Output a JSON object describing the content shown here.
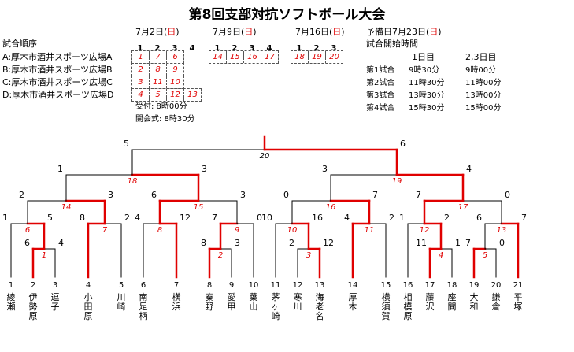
{
  "title": "第8回支部対抗ソフトボール大会",
  "days": [
    {
      "date_prefix": "7月2日(",
      "weekday": "日",
      "date_suffix": ")",
      "cols": [
        "1",
        "2",
        "3",
        "4"
      ]
    },
    {
      "date_prefix": "7月9日(",
      "weekday": "日",
      "date_suffix": ")",
      "cols": [
        "1",
        "2",
        "3",
        "4"
      ]
    },
    {
      "date_prefix": "7月16日(",
      "weekday": "日",
      "date_suffix": ")",
      "cols": [
        "1",
        "2",
        "3"
      ]
    }
  ],
  "reserve_day": {
    "prefix": "予備日7月23日(",
    "weekday": "日",
    "suffix": ")"
  },
  "venue_order_label": "試合順序",
  "venues": [
    "A:厚木市酒井スポーツ広場A",
    "B:厚木市酒井スポーツ広場B",
    "C:厚木市酒井スポーツ広場C",
    "D:厚木市酒井スポーツ広場D"
  ],
  "schedule_day1": [
    [
      "1",
      "7",
      "6"
    ],
    [
      "2",
      "8",
      "9"
    ],
    [
      "3",
      "11",
      "10"
    ],
    [
      "4",
      "5",
      "12",
      "13"
    ]
  ],
  "schedule_day2": [
    "14",
    "15",
    "16",
    "17"
  ],
  "schedule_day3": [
    "18",
    "19",
    "20"
  ],
  "reception": "受付: 8時00分",
  "opening": "開会式: 8時30分",
  "start_times": {
    "title": "試合開始時間",
    "col1": "1日目",
    "col2": "2,3日目",
    "rows": [
      {
        "label": "第1試合",
        "d1": "9時30分",
        "d23": "9時00分"
      },
      {
        "label": "第2試合",
        "d1": "11時30分",
        "d23": "11時00分"
      },
      {
        "label": "第3試合",
        "d1": "13時30分",
        "d23": "13時00分"
      },
      {
        "label": "第4試合",
        "d1": "15時30分",
        "d23": "15時00分"
      }
    ]
  },
  "teams": [
    {
      "no": "1",
      "name": "綾瀬"
    },
    {
      "no": "2",
      "name": "伊勢原"
    },
    {
      "no": "3",
      "name": "逗子"
    },
    {
      "no": "4",
      "name": "小田原"
    },
    {
      "no": "5",
      "name": "川崎"
    },
    {
      "no": "6",
      "name": "南足柄"
    },
    {
      "no": "7",
      "name": "横浜"
    },
    {
      "no": "8",
      "name": "秦野"
    },
    {
      "no": "9",
      "name": "愛甲"
    },
    {
      "no": "10",
      "name": "葉山"
    },
    {
      "no": "11",
      "name": "茅ヶ崎"
    },
    {
      "no": "12",
      "name": "寒川"
    },
    {
      "no": "13",
      "name": "海老名"
    },
    {
      "no": "14",
      "name": "厚木"
    },
    {
      "no": "15",
      "name": "横須賀"
    },
    {
      "no": "16",
      "name": "相模原"
    },
    {
      "no": "17",
      "name": "藤沢"
    },
    {
      "no": "18",
      "name": "座間"
    },
    {
      "no": "19",
      "name": "大和"
    },
    {
      "no": "20",
      "name": "鎌倉"
    },
    {
      "no": "21",
      "name": "平塚"
    }
  ],
  "matches": [
    {
      "id": "m1",
      "game": "1",
      "left_score": "6",
      "right_score": "4",
      "winner": "left"
    },
    {
      "id": "m2",
      "game": "2",
      "left_score": "8",
      "right_score": "3",
      "winner": "left"
    },
    {
      "id": "m3",
      "game": "3",
      "left_score": "2",
      "right_score": "12",
      "winner": "right"
    },
    {
      "id": "m4",
      "game": "4",
      "left_score": "11",
      "right_score": "1",
      "winner": "left"
    },
    {
      "id": "m5",
      "game": "5",
      "left_score": "7",
      "right_score": "0",
      "winner": "left"
    },
    {
      "id": "m6",
      "game": "6",
      "left_score": "1",
      "right_score": "5",
      "winner": "right"
    },
    {
      "id": "m7",
      "game": "7",
      "left_score": "8",
      "right_score": "2",
      "winner": "left"
    },
    {
      "id": "m8",
      "game": "8",
      "left_score": "4",
      "right_score": "12",
      "winner": "right"
    },
    {
      "id": "m9",
      "game": "9",
      "left_score": "7",
      "right_score": "0",
      "winner": "left"
    },
    {
      "id": "m10",
      "game": "10",
      "left_score": "10",
      "right_score": "16",
      "winner": "right"
    },
    {
      "id": "m11",
      "game": "11",
      "left_score": "4",
      "right_score": "2",
      "winner": "left"
    },
    {
      "id": "m12",
      "game": "12",
      "left_score": "1",
      "right_score": "2",
      "winner": "right"
    },
    {
      "id": "m13",
      "game": "13",
      "left_score": "6",
      "right_score": "7",
      "winner": "right"
    },
    {
      "id": "m14",
      "game": "14",
      "left_score": "2",
      "right_score": "3",
      "winner": "right"
    },
    {
      "id": "m15",
      "game": "15",
      "left_score": "6",
      "right_score": "3",
      "winner": "left"
    },
    {
      "id": "m16",
      "game": "16",
      "left_score": "0",
      "right_score": "7",
      "winner": "right"
    },
    {
      "id": "m17",
      "game": "17",
      "left_score": "7",
      "right_score": "0",
      "winner": "left"
    },
    {
      "id": "m18",
      "game": "18",
      "left_score": "1",
      "right_score": "3",
      "winner": "right"
    },
    {
      "id": "m19",
      "game": "19",
      "left_score": "3",
      "right_score": "4",
      "winner": "right"
    },
    {
      "id": "m20",
      "game": "20",
      "left_score": "5",
      "right_score": "6",
      "winner": "right"
    }
  ]
}
